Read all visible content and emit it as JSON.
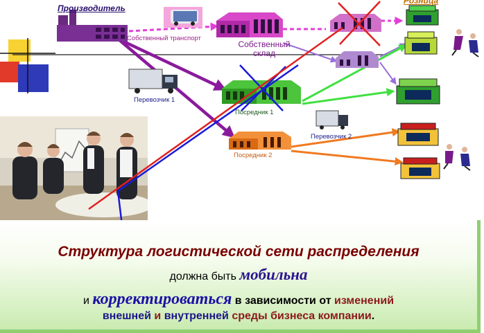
{
  "labels": {
    "producer": "Производитель",
    "retail": "Розница",
    "own_transport": "Собственный  транспорт",
    "own_warehouse_line1": "Собственный",
    "own_warehouse_line2": "склад",
    "carrier1": "Перевозчик 1",
    "intermediary1": "Посредник 1",
    "carrier2": "Перевозчик 2",
    "intermediary2": "Посредник  2"
  },
  "panel": {
    "line1": "Структура логистической сети распределения",
    "line2_a": "должна быть",
    "line2_b": "мобильна",
    "line3_a": "и",
    "line3_b": "корректироваться",
    "line3_c": "в зависимости от",
    "line3_d": "изменений",
    "line4_a": "внешней",
    "line4_b": "и",
    "line4_c": "внутренней",
    "line4_d": "среды бизнеса компании",
    "line4_e": "."
  },
  "colors": {
    "flow_purple": "#8a1a9c",
    "flow_magenta": "#e040d8",
    "flow_green": "#40e040",
    "flow_orange": "#f07a20",
    "cross_red": "#e02020",
    "cross_blue": "#1a1ad8",
    "panel_border": "#8fcf72"
  }
}
